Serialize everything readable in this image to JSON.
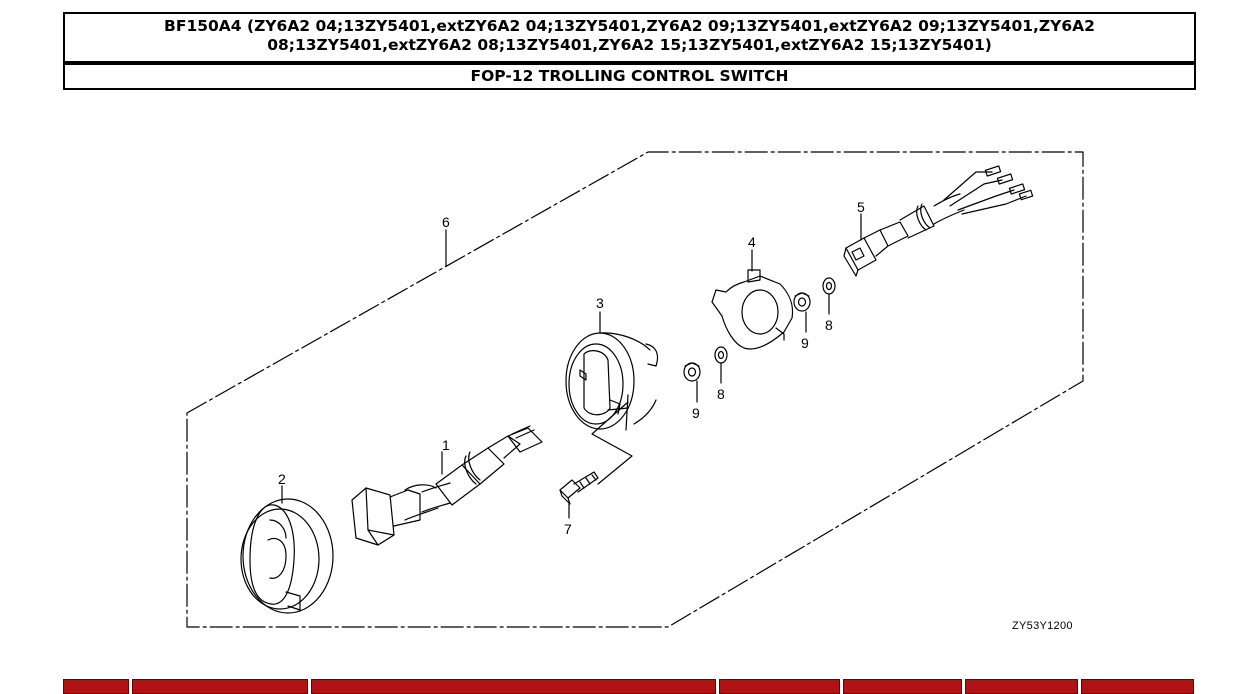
{
  "header": {
    "model_line": "BF150A4 (ZY6A2 04;13ZY5401,extZY6A2 04;13ZY5401,ZY6A2 09;13ZY5401,extZY6A2 09;13ZY5401,ZY6A2 08;13ZY5401,extZY6A2 08;13ZY5401,ZY6A2 15;13ZY5401,extZY6A2 15;13ZY5401)",
    "section_title": "FOP-12 TROLLING CONTROL SWITCH"
  },
  "diagram": {
    "reference_code": "ZY53Y1200",
    "callouts": {
      "c1": "1",
      "c2": "2",
      "c3": "3",
      "c4": "4",
      "c5": "5",
      "c6": "6",
      "c7": "7",
      "c8a": "8",
      "c8b": "8",
      "c9a": "9",
      "c9b": "9"
    }
  },
  "table_header": {
    "accent_color": "#b11212"
  }
}
